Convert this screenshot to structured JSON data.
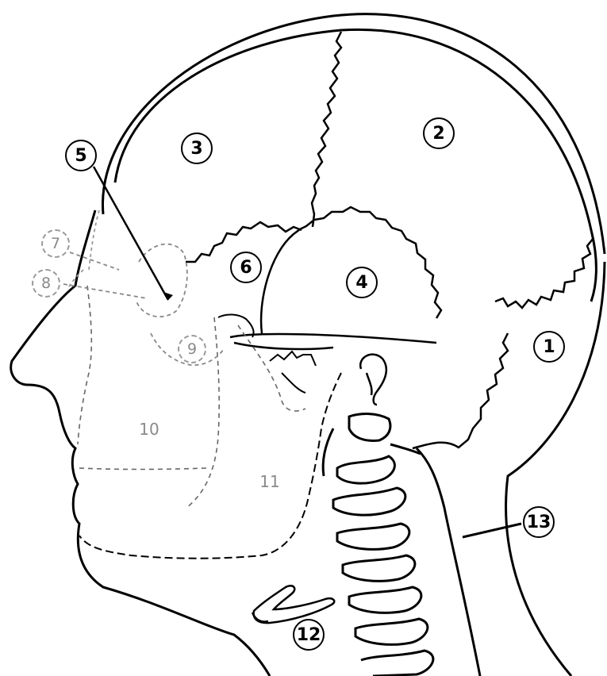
{
  "labels": {
    "n1": "1",
    "n2": "2",
    "n3": "3",
    "n4": "4",
    "n5": "5",
    "n6": "6",
    "n7": "7",
    "n8": "8",
    "n9": "9",
    "n10": "10",
    "n11": "11",
    "n12": "12",
    "n13": "13"
  },
  "colors": {
    "ink": "#000000",
    "faint": "#8a8a8a",
    "background": "#ffffff"
  }
}
